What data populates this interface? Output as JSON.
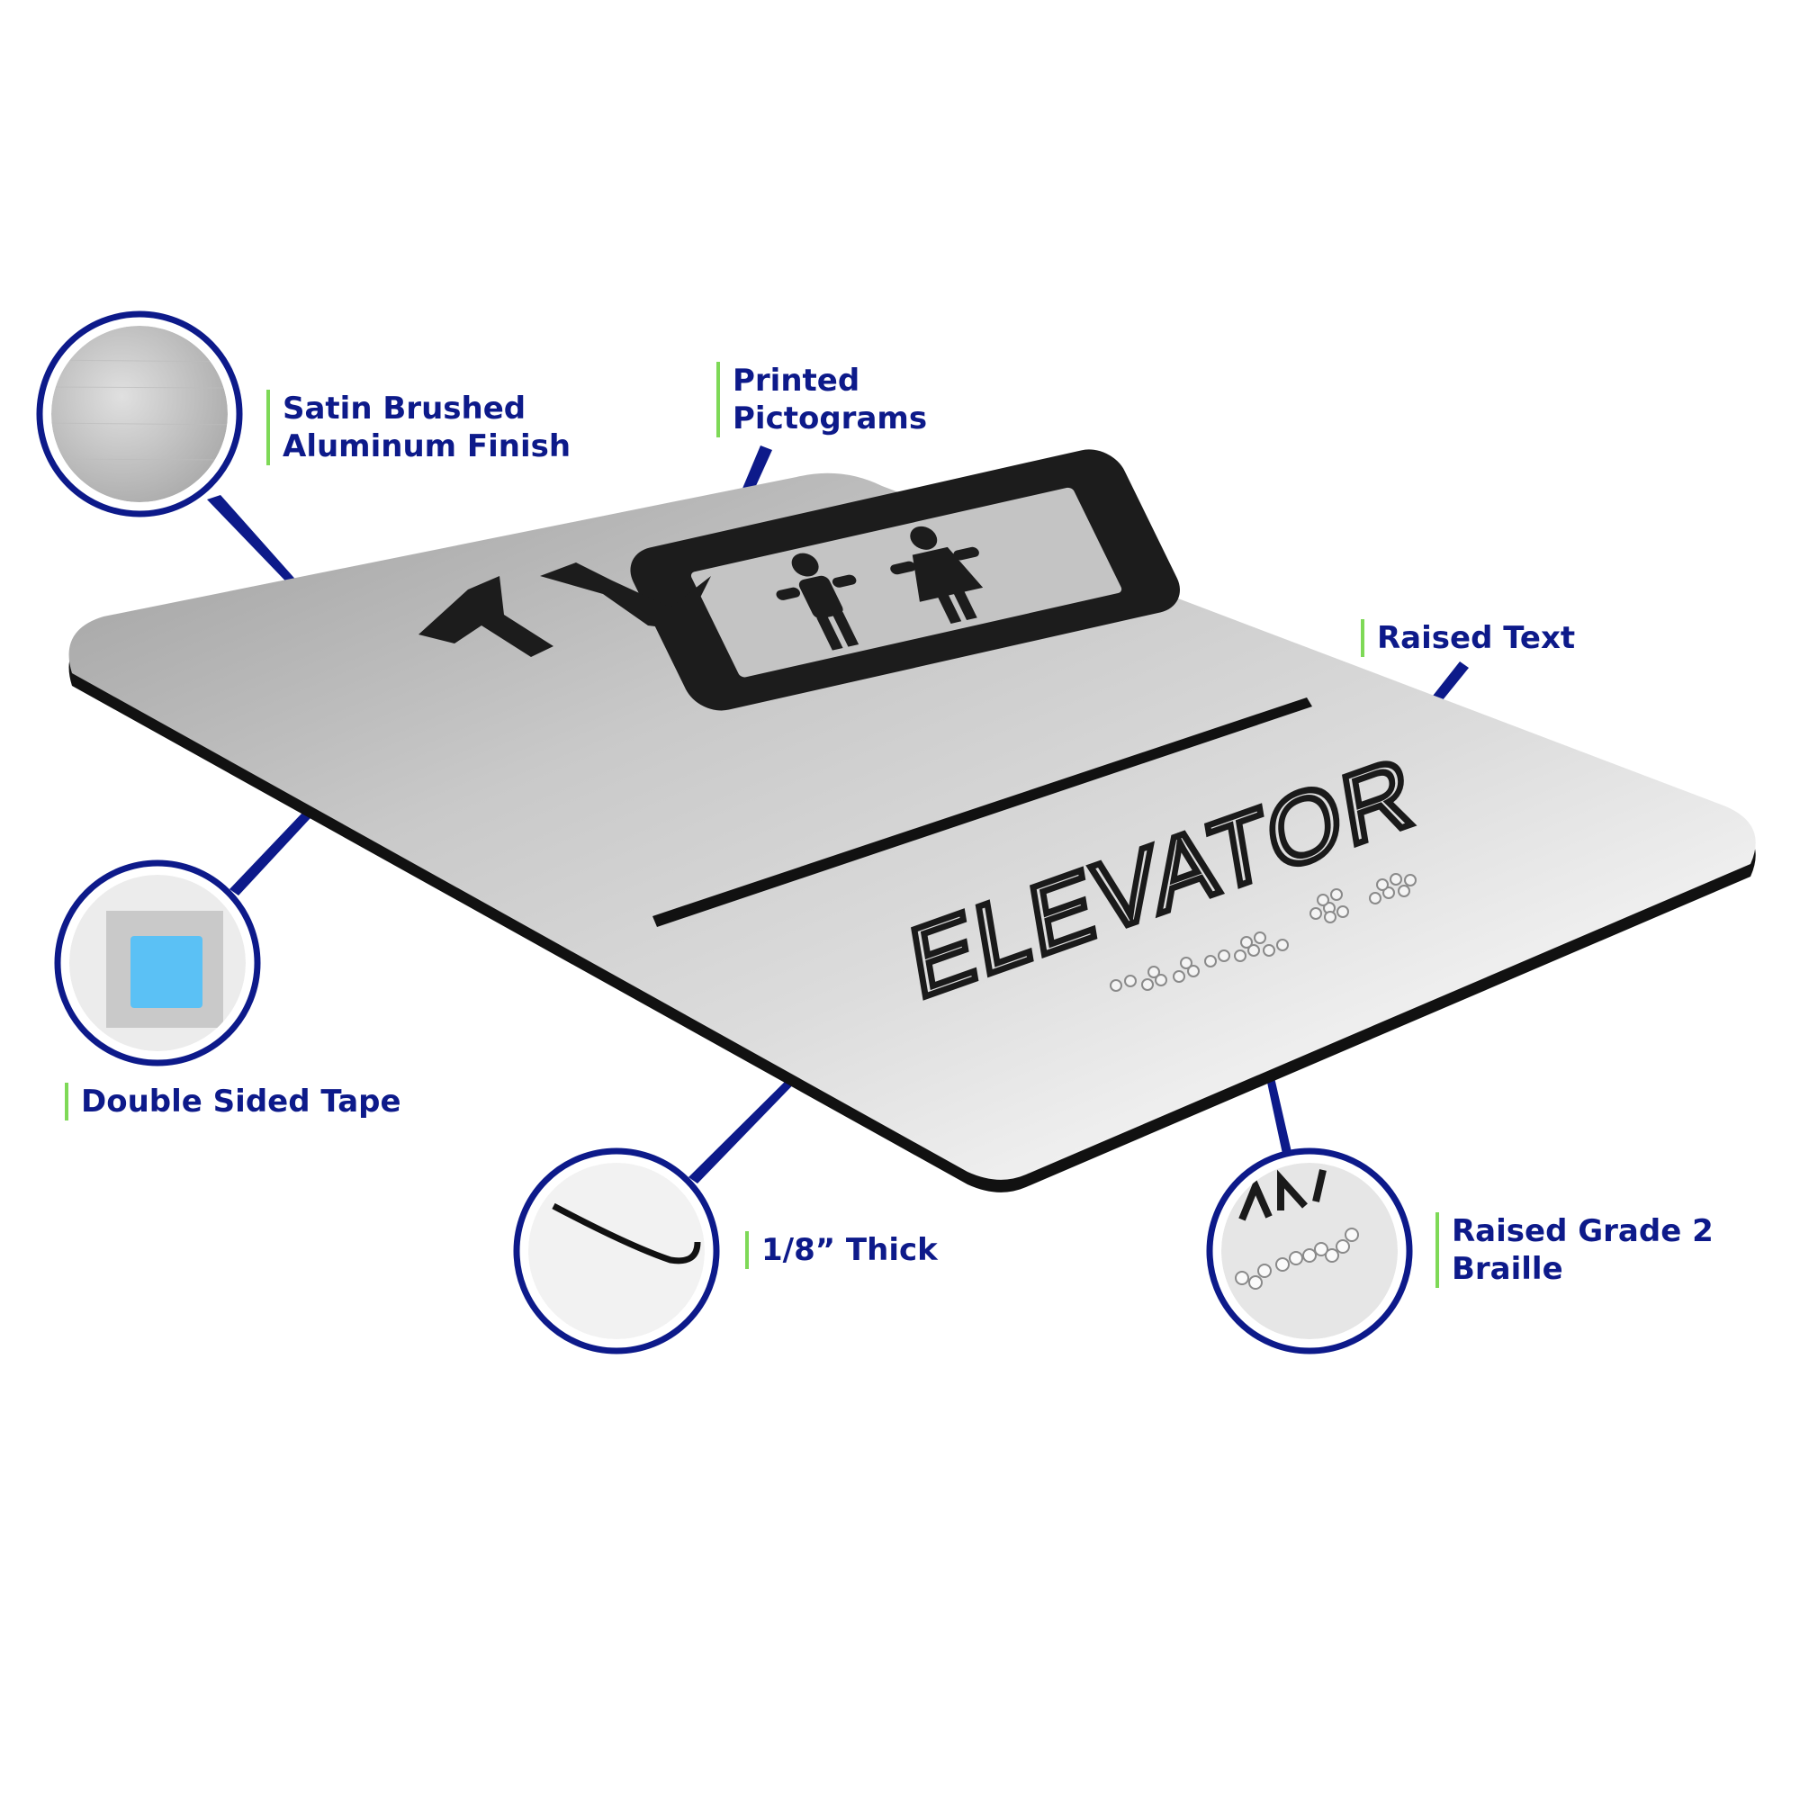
{
  "sign": {
    "title": "ELEVATOR"
  },
  "callouts": {
    "finish": {
      "line1": "Satin Brushed",
      "line2": "Aluminum Finish"
    },
    "pictograms": {
      "line1": "Printed",
      "line2": "Pictograms"
    },
    "raised_text": {
      "line1": "Raised Text"
    },
    "tape": {
      "line1": "Double Sided Tape"
    },
    "thickness": {
      "line1": "1/8” Thick"
    },
    "braille": {
      "line1": "Raised Grade 2",
      "line2": "Braille"
    }
  },
  "colors": {
    "label_text": "#0d1a8a",
    "accent_bar": "#7ed957",
    "circle_border": "#0d1a8a",
    "tape": "#5bc1f5",
    "pictogram": "#1c1c1c"
  }
}
